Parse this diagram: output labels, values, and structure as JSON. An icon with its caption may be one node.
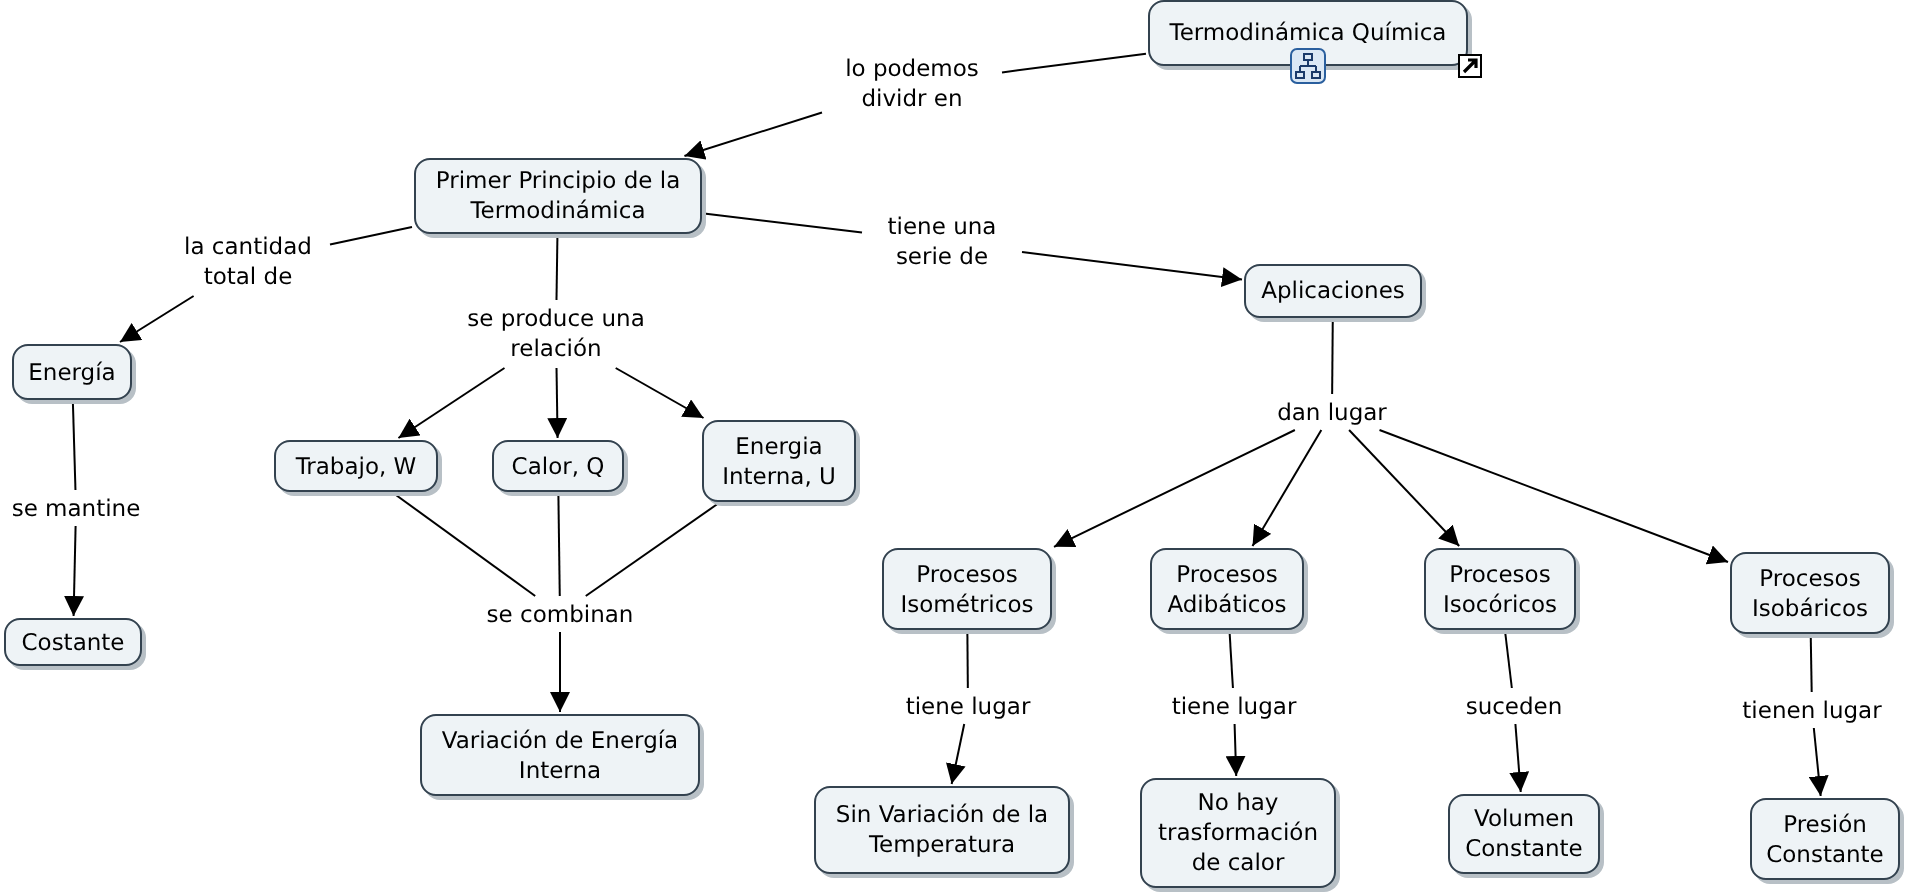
{
  "diagram": {
    "nodes": [
      {
        "text": [
          "Termodinámica Química"
        ]
      },
      {
        "text": [
          "lo podemos dividr en"
        ]
      },
      {
        "text": [
          "Primer Principio de la Termodinámica"
        ]
      },
      {
        "text": [
          "la cantidad total de"
        ]
      },
      {
        "text": [
          "se produce una relación"
        ]
      },
      {
        "text": [
          "tiene una serie de"
        ]
      },
      {
        "text": [
          "Energía"
        ]
      },
      {
        "text": [
          "Trabajo, W"
        ]
      },
      {
        "text": [
          "Calor, Q"
        ]
      },
      {
        "text": [
          "Energia Interna, U"
        ]
      },
      {
        "text": [
          "Aplicaciones"
        ]
      },
      {
        "text": [
          "se mantine"
        ]
      },
      {
        "text": [
          "Costante"
        ]
      },
      {
        "text": [
          "se combinan"
        ]
      },
      {
        "text": [
          "Variación de Energía Interna"
        ]
      },
      {
        "text": [
          "dan lugar"
        ]
      },
      {
        "text": [
          "Procesos Isométricos"
        ]
      },
      {
        "text": [
          "Procesos Adibáticos"
        ]
      },
      {
        "text": [
          "Procesos Isocóricos"
        ]
      },
      {
        "text": [
          "Procesos Isobáricos"
        ]
      },
      {
        "text": [
          "tiene lugar"
        ]
      },
      {
        "text": [
          "tiene lugar"
        ]
      },
      {
        "text": [
          "suceden"
        ]
      },
      {
        "text": [
          "tienen lugar"
        ]
      },
      {
        "text": [
          "Sin Variación de la Temperatura"
        ]
      },
      {
        "text": [
          "No hay trasformación de calor"
        ]
      },
      {
        "text": [
          "Volumen Constante"
        ]
      },
      {
        "text": [
          "Presión Constante"
        ]
      }
    ],
    "edges": [
      {
        "from": 0,
        "to": 1,
        "arrow": "none"
      },
      {
        "from": 1,
        "to": 2,
        "arrow": "to"
      },
      {
        "from": 2,
        "to": 3,
        "arrow": "none"
      },
      {
        "from": 3,
        "to": 6,
        "arrow": "to"
      },
      {
        "from": 2,
        "to": 4,
        "arrow": "none"
      },
      {
        "from": 4,
        "to": 7,
        "arrow": "to"
      },
      {
        "from": 4,
        "to": 8,
        "arrow": "to"
      },
      {
        "from": 4,
        "to": 9,
        "arrow": "to"
      },
      {
        "from": 2,
        "to": 5,
        "arrow": "none"
      },
      {
        "from": 5,
        "to": 10,
        "arrow": "to"
      },
      {
        "from": 6,
        "to": 11,
        "arrow": "none"
      },
      {
        "from": 11,
        "to": 12,
        "arrow": "to"
      },
      {
        "from": 7,
        "to": 13,
        "arrow": "none"
      },
      {
        "from": 8,
        "to": 13,
        "arrow": "none"
      },
      {
        "from": 9,
        "to": 13,
        "arrow": "none"
      },
      {
        "from": 13,
        "to": 14,
        "arrow": "to"
      },
      {
        "from": 10,
        "to": 15,
        "arrow": "none"
      },
      {
        "from": 15,
        "to": 16,
        "arrow": "to"
      },
      {
        "from": 15,
        "to": 17,
        "arrow": "to"
      },
      {
        "from": 15,
        "to": 18,
        "arrow": "to"
      },
      {
        "from": 15,
        "to": 19,
        "arrow": "to"
      },
      {
        "from": 16,
        "to": 20,
        "arrow": "none"
      },
      {
        "from": 20,
        "to": 24,
        "arrow": "to"
      },
      {
        "from": 17,
        "to": 21,
        "arrow": "none"
      },
      {
        "from": 21,
        "to": 25,
        "arrow": "to"
      },
      {
        "from": 18,
        "to": 22,
        "arrow": "none"
      },
      {
        "from": 22,
        "to": 26,
        "arrow": "to"
      },
      {
        "from": 19,
        "to": 23,
        "arrow": "none"
      },
      {
        "from": 23,
        "to": 27,
        "arrow": "to"
      }
    ]
  }
}
